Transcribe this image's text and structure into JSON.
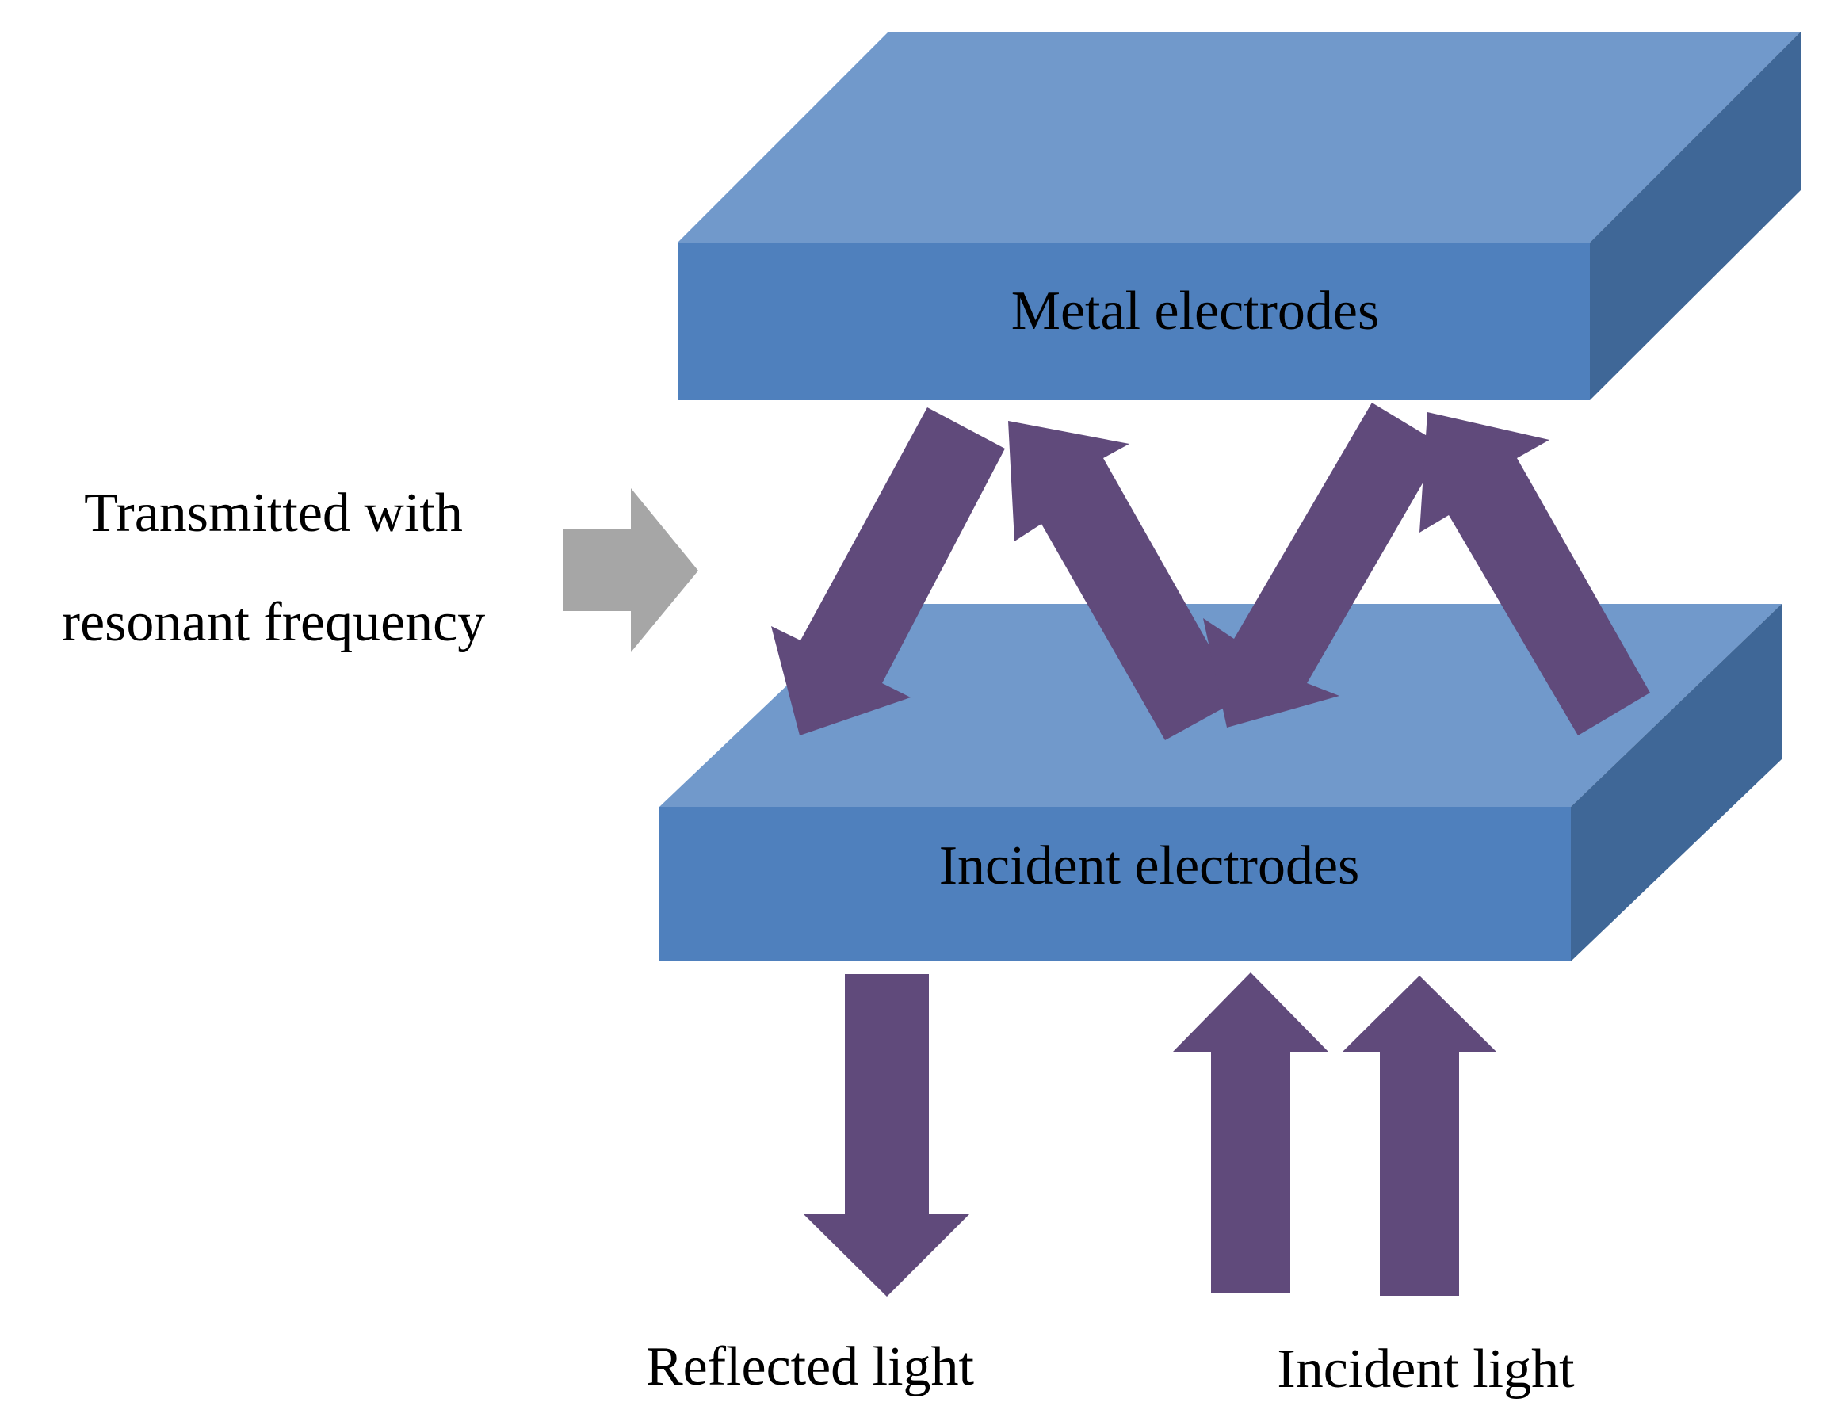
{
  "diagram": {
    "top_plate": {
      "label": "Metal electrodes"
    },
    "bottom_plate": {
      "label": "Incident electrodes"
    },
    "side_note": {
      "line1": "Transmitted with",
      "line2": "resonant frequency"
    },
    "reflected": {
      "label": "Reflected light"
    },
    "incident": {
      "label": "Incident light"
    }
  },
  "colors": {
    "plate_top": "#7199CB",
    "plate_front": "#4F80BD",
    "plate_side": "#3F6797",
    "arrow": "#604A7B",
    "side_arrow": "#A6A6A6",
    "text": "#000000"
  }
}
